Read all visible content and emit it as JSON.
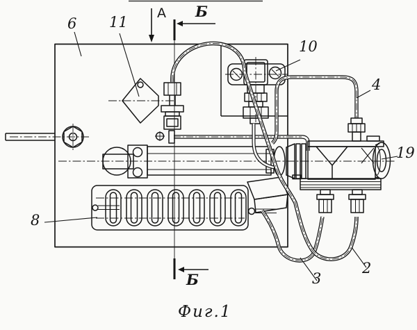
{
  "colors": {
    "ink": "#161616",
    "paper": "#fafaf8"
  },
  "figure": {
    "caption": "Фиг.1",
    "view_labels": {
      "a_top": "А",
      "b_top": "Б",
      "b_bottom": "Б"
    },
    "parts": {
      "p6": "6",
      "p11": "11",
      "p10": "10",
      "p4": "4",
      "p19": "19",
      "p8": "8",
      "p3": "3",
      "p2": "2"
    }
  }
}
